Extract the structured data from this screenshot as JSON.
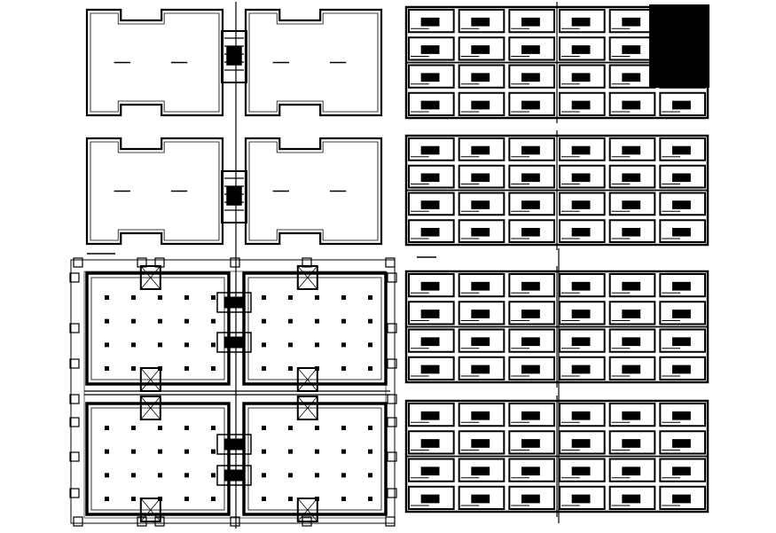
{
  "drawing": {
    "background": "#ffffff",
    "ink": "#000000",
    "panels": [
      {
        "id": "roof-plan",
        "kind": "roof-outline"
      },
      {
        "id": "column-grid-plan",
        "kind": "column-layout"
      },
      {
        "id": "floor-plan-upper",
        "kind": "apartment-units"
      },
      {
        "id": "floor-plan-lower",
        "kind": "apartment-units"
      }
    ]
  }
}
